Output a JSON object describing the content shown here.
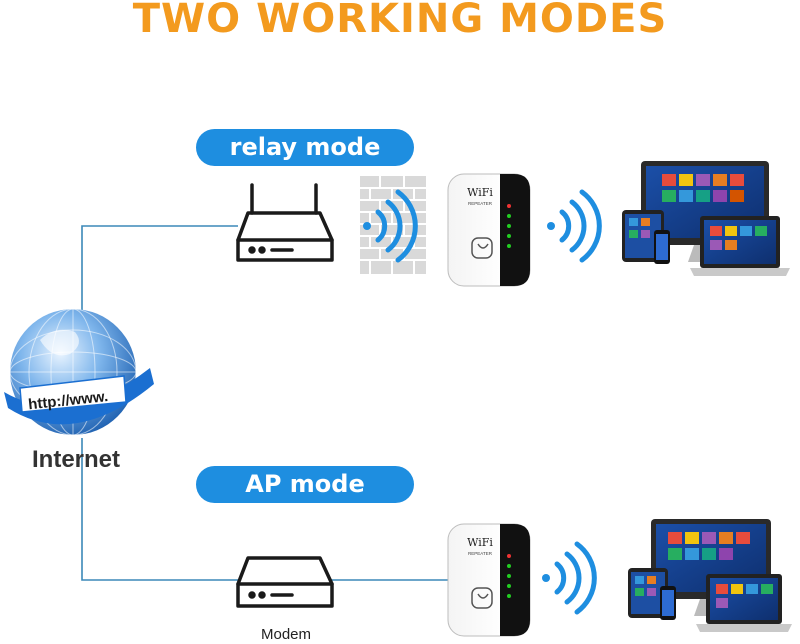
{
  "title": "TWO WORKING MODES",
  "modes": {
    "relay": "relay mode",
    "ap": "AP mode"
  },
  "internet": {
    "label": "Internet",
    "url_banner": "http://www."
  },
  "modem": {
    "label": "Modem"
  },
  "repeater": {
    "brand": "WiFi",
    "sub": "REPEATER"
  },
  "colors": {
    "title": "#f39a1e",
    "pill": "#1e8ee0",
    "signal": "#1e8ee0",
    "line": "#3b88b8"
  }
}
